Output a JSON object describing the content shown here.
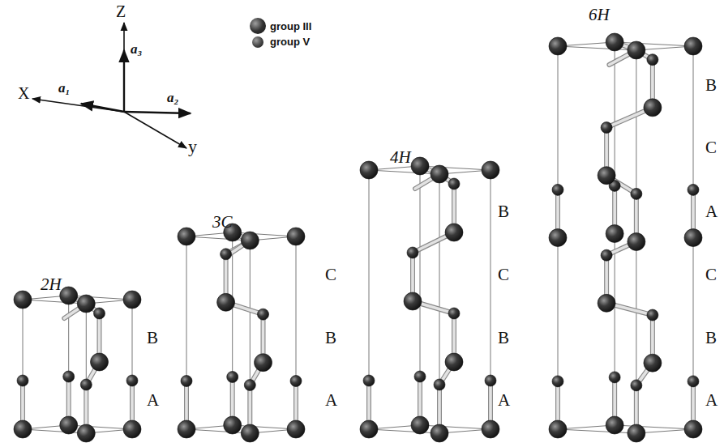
{
  "diagram": {
    "labels": [
      "Z",
      "a₃",
      "X",
      "a₁",
      "a₂",
      "y",
      "2H",
      "A",
      "B",
      "3C",
      "A",
      "B",
      "C",
      "4H",
      "A",
      "B",
      "C",
      "B",
      "6H",
      "A",
      "B",
      "C",
      "A",
      "C",
      "B"
    ],
    "legend": [
      {
        "text": "group III",
        "color": "#333333"
      },
      {
        "text": "group V",
        "color": "#4a4a4a"
      }
    ]
  }
}
